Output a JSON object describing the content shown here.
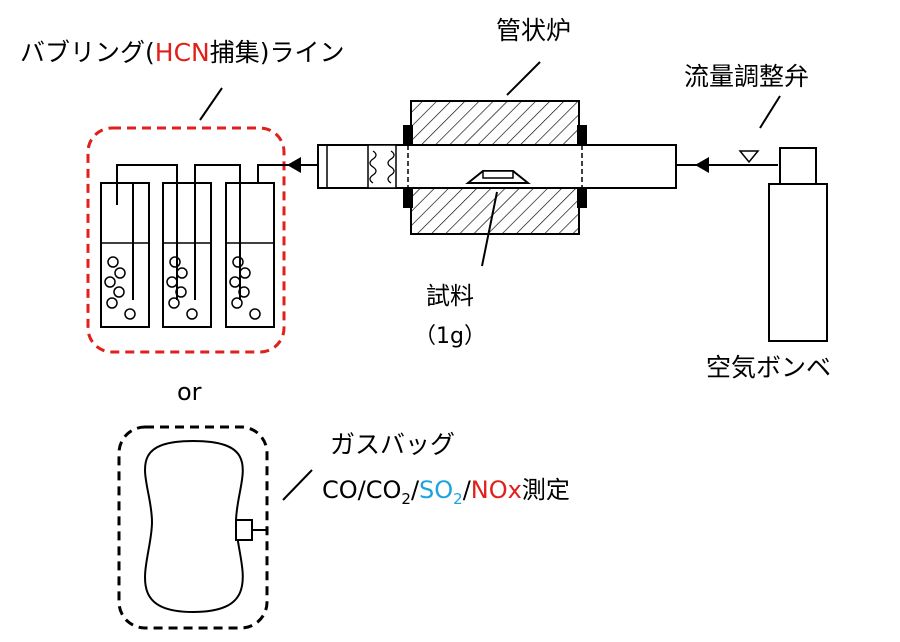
{
  "labels": {
    "bubbling_prefix": "バブリング(",
    "bubbling_hcn": "HCN",
    "bubbling_suffix": "捕集)ライン",
    "furnace": "管状炉",
    "flow_valve": "流量調整弁",
    "sample_name": "試料",
    "sample_amount": "（1g）",
    "air_cylinder": "空気ボンベ",
    "or": "or",
    "gas_bag": "ガスバッグ",
    "co": "CO/CO",
    "sub2a": "2",
    "slash1": "/",
    "so": "SO",
    "sub2b": "2",
    "slash2": "/",
    "nox": "NOx",
    "measure": "測定"
  },
  "colors": {
    "accent_red": "#e0201b",
    "accent_blue": "#1fa3df",
    "line": "#000000"
  }
}
